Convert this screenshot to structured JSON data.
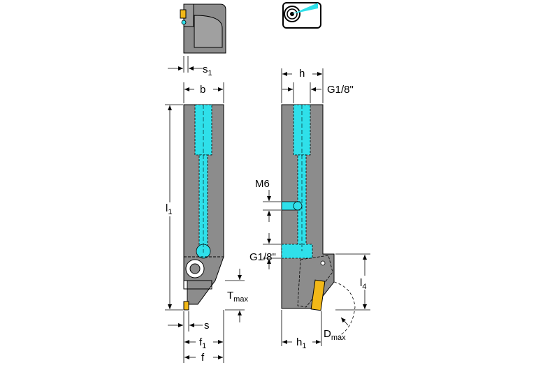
{
  "labels": {
    "s1_main": "s",
    "s1_sub": "1",
    "b": "b",
    "l1_main": "l",
    "l1_sub": "1",
    "tmax_main": "T",
    "tmax_sub": "max",
    "s": "s",
    "f1_main": "f",
    "f1_sub": "1",
    "f": "f",
    "h": "h",
    "g18_top": "G1/8\"",
    "m6": "M6",
    "g18_side": "G1/8\"",
    "l4_main": "l",
    "l4_sub": "4",
    "h1_main": "h",
    "h1_sub": "1",
    "dmax_main": "D",
    "dmax_sub": "max"
  },
  "colors": {
    "body": "#8c8c8c",
    "coolant": "#2fe0ea",
    "insert": "#f2b817",
    "line": "#000000"
  },
  "icons": [
    "internal-coolant-icon"
  ]
}
